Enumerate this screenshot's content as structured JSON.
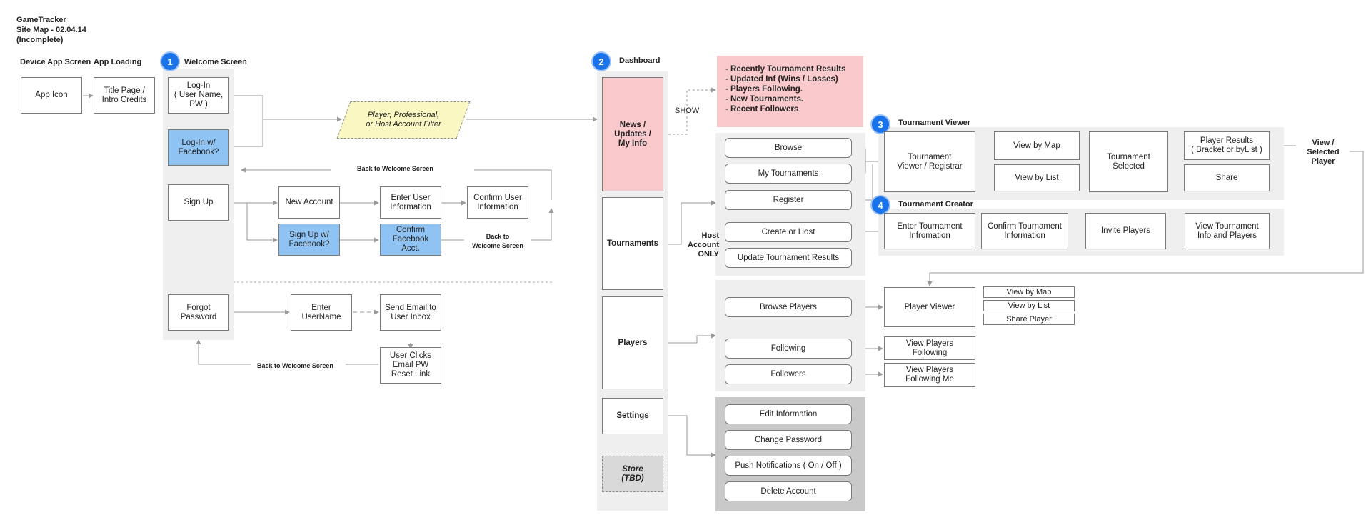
{
  "header": {
    "app_name": "GameTracker",
    "sitemap": "Site Map - 02.04.14",
    "status": "(Incomplete)"
  },
  "sections": {
    "device": "Device App Screen",
    "loading": "App Loading",
    "welcome": {
      "number": "1",
      "title": "Welcome Screen"
    },
    "dashboard": {
      "number": "2",
      "title": "Dashboard"
    },
    "tournament_viewer": {
      "number": "3",
      "title": "Tournament Viewer"
    },
    "tournament_creator": {
      "number": "4",
      "title": "Tournament Creator"
    }
  },
  "nodes": {
    "app_icon": "App Icon",
    "title_page": "Title Page /\nIntro Credits",
    "login": "Log-In\n( User Name,\nPW )",
    "login_fb": "Log-In w/\nFacebook?",
    "filter": "Player, Professional,\nor Host Account Filter",
    "signup": "Sign Up",
    "new_account": "New Account",
    "enter_user_info": "Enter User\nInformation",
    "confirm_user_info": "Confirm User\nInformation",
    "signup_fb": "Sign Up w/\nFacebook?",
    "confirm_fb": "Confirm\nFacebook Acct.",
    "forgot_pw": "Forgot\nPassword",
    "enter_username": "Enter\nUserName",
    "send_email": "Send Email to\nUser Inbox",
    "user_clicks": "User Clicks\nEmail PW\nReset Link",
    "news": "News /\nUpdates /\nMy Info",
    "tournaments": "Tournaments",
    "players": "Players",
    "settings": "Settings",
    "store": "Store\n(TBD)",
    "browse": "Browse",
    "my_tournaments": "My Tournaments",
    "register": "Register",
    "create_host": "Create or Host",
    "update_results": "Update Tournament Results",
    "browse_players": "Browse Players",
    "following": "Following",
    "followers": "Followers",
    "edit_info": "Edit Information",
    "change_pw": "Change Password",
    "push_notif": "Push Notifications ( On / Off )",
    "delete_account": "Delete Account",
    "tv_registrar": "Tournament\nViewer / Registrar",
    "view_by_map": "View by Map",
    "view_by_list": "View by List",
    "tournament_selected": "Tournament\nSelected",
    "player_results": "Player Results\n( Bracket or byList )",
    "share": "Share",
    "enter_tournament_info": "Enter Tournament\nInfromation",
    "confirm_tournament_info": "Confirm Tournament\nInformation",
    "invite_players": "Invite Players",
    "view_tournament_info": "View Tournament\nInfo and Players",
    "player_viewer": "Player Viewer",
    "pv_map": "View by Map",
    "pv_list": "View by List",
    "pv_share": "Share Player",
    "view_following": "View Players Following",
    "view_following_me": "View Players\nFollowing Me"
  },
  "news_items": [
    "- Recently Tournament Results",
    "- Updated Inf (Wins / Losses)",
    "- Players Following.",
    "- New Tournaments.",
    "- Recent Followers"
  ],
  "labels": {
    "back1": "Back to Welcome Screen",
    "back2": "Back to\nWelcome Screen",
    "back3": "Back to Welcome Screen",
    "show": "SHOW",
    "host_only": "Host\nAccount\nONLY",
    "view_selected": "View /\nSelected Player"
  },
  "colors": {
    "highlight_blue": "#8fc3f3",
    "highlight_pink": "#f9c9cb",
    "filter_yellow": "#fbf7c3",
    "badge_blue": "#1a73e8"
  }
}
